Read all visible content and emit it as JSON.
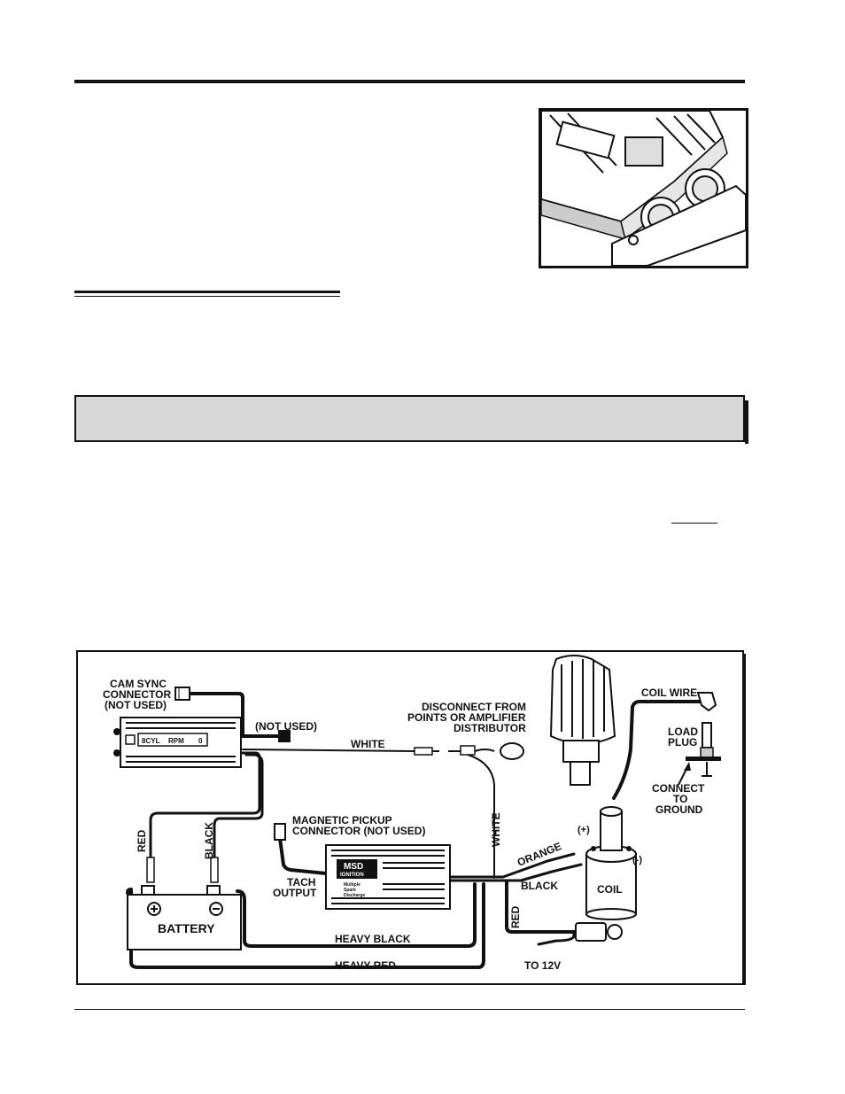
{
  "labels": {
    "cam_sync": [
      "CAM SYNC",
      "CONNECTOR",
      "(NOT USED)"
    ],
    "not_used": "(NOT USED)",
    "disconnect": [
      "DISCONNECT FROM",
      "POINTS OR AMPLIFIER",
      "DISTRIBUTOR"
    ],
    "coil_wire": "COIL WIRE",
    "load_plug": [
      "LOAD",
      "PLUG"
    ],
    "connect_ground": [
      "CONNECT",
      "TO",
      "GROUND"
    ],
    "white_1": "WHITE",
    "white_2": "WHITE",
    "red_1": "RED",
    "black_1": "BLACK",
    "magnetic_pickup": [
      "MAGNETIC PICKUP",
      "CONNECTOR (NOT USED)"
    ],
    "tach_output": [
      "TACH",
      "OUTPUT"
    ],
    "orange": "ORANGE",
    "plus": "(+)",
    "minus": "(-)",
    "black_2": "BLACK",
    "coil": "COIL",
    "red_2": "RED",
    "battery": "BATTERY",
    "heavy_black": "HEAVY BLACK",
    "heavy_red": "HEAVY RED",
    "to_12v": "TO 12V",
    "timing_display": [
      "8CYL",
      "RPM",
      "0"
    ],
    "msd_logo": [
      "MSD",
      "IGNITION"
    ],
    "msd_sub": [
      "Multiple",
      "Spark",
      "Discharge"
    ]
  }
}
